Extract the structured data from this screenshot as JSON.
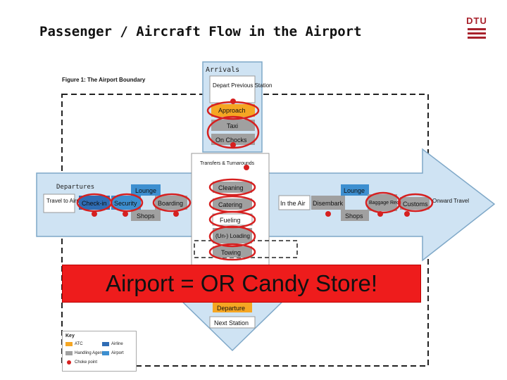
{
  "slide": {
    "title": "Passenger / Aircraft Flow in the Airport",
    "logo": "DTU"
  },
  "figure": {
    "caption": "Figure 1: The Airport Boundary",
    "arrivals_label": "Arrivals",
    "departures_label": "Departures",
    "transfers_label": "Transfers & Turnarounds",
    "arrivals_steps": [
      "Depart Previous Station",
      "Approach",
      "Taxi",
      "On Chocks"
    ],
    "departure_steps": [
      "Travel to Airport",
      "Check-in",
      "Security",
      "Lounge",
      "Shops",
      "Boarding"
    ],
    "turnaround_steps": [
      "Cleaning",
      "Catering",
      "Fueling",
      "(Un-) Loading",
      "Towing"
    ],
    "outbound_steps": [
      "Departure",
      "Next Station"
    ],
    "arrival_side_steps": [
      "In the Air",
      "Disembark",
      "Lounge",
      "Shops",
      "Baggage Reclaim",
      "Customs",
      "Onward Travel"
    ]
  },
  "banner": {
    "text": "Airport = OR Candy Store!"
  },
  "key": {
    "title": "Key",
    "items": [
      "ATC",
      "Airline",
      "Handling Agent",
      "Airport",
      "Choke point"
    ]
  },
  "colors": {
    "atc": "#f5a623",
    "airline": "#2f6db5",
    "handling": "#a0a0a0",
    "airport": "#3d8fd0",
    "choke": "#d62020",
    "arrow_fill": "#cfe3f3"
  }
}
